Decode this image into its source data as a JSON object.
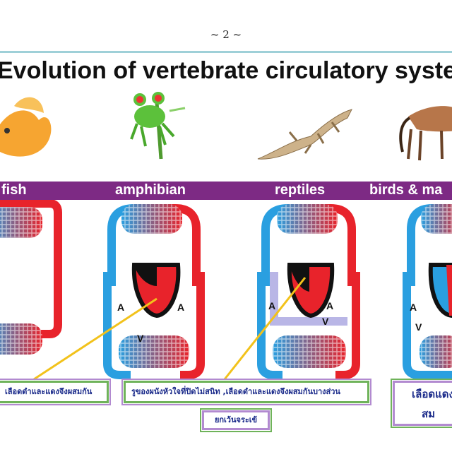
{
  "page_number": "~ 2 ~",
  "title": "Evolution of vertebrate circulatory syste",
  "groups": [
    "fish",
    "amphibian",
    "reptiles",
    "birds & ma"
  ],
  "chamber_labels": {
    "atrium": "A",
    "ventricle": "V"
  },
  "captions": {
    "fish": "เลือดดำและแดงจึงผสมกัน",
    "reptiles_line1": "รูของผนังหัวใจที่ปิดไม่สนิท ,เลือดดำและแดงจึงผสมกันบางส่วน",
    "reptiles_line2": "ยกเว้นจระเข้",
    "birds_line1": "เลือดแดง",
    "birds_line2": "สม"
  },
  "colors": {
    "band": "#7d2a84",
    "oxygenated": "#e8232b",
    "deoxygenated": "#2a9fe0",
    "pointer": "#f2c21b"
  },
  "icons": [
    "goldfish-image",
    "frog-image",
    "lizard-image",
    "horse-image"
  ]
}
